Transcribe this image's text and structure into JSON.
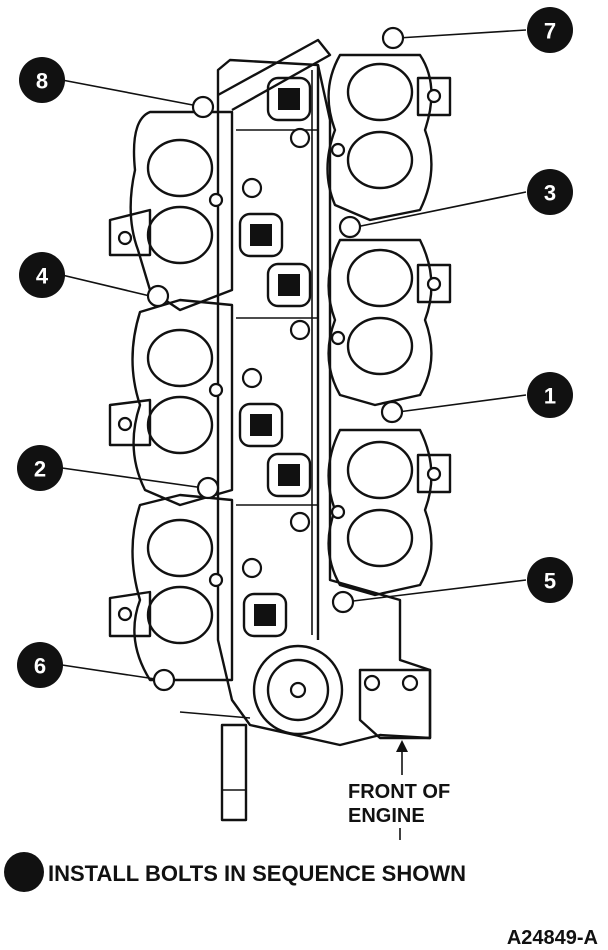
{
  "callouts": [
    {
      "label": "8"
    },
    {
      "label": "7"
    },
    {
      "label": "3"
    },
    {
      "label": "4"
    },
    {
      "label": "1"
    },
    {
      "label": "2"
    },
    {
      "label": "5"
    },
    {
      "label": "6"
    }
  ],
  "front_of_engine": {
    "line1": "FRONT OF",
    "line2": "ENGINE"
  },
  "legend": {
    "text": "INSTALL BOLTS IN SEQUENCE SHOWN"
  },
  "figure_id": "A24849-A"
}
